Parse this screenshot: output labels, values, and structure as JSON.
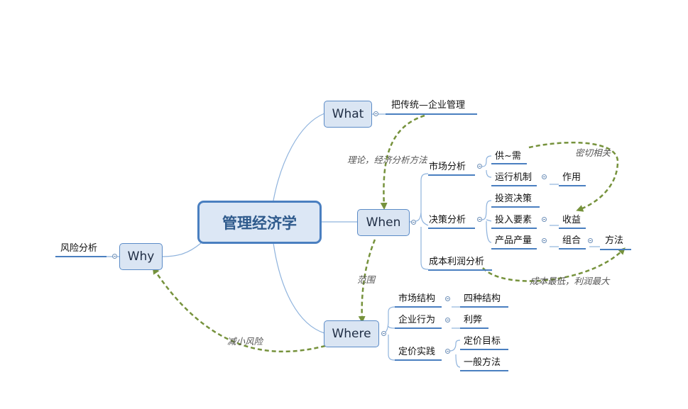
{
  "central": "管理经济学",
  "what": {
    "label": "What",
    "child": "把传统—企业管理"
  },
  "when": {
    "label": "When",
    "market": {
      "label": "市场分析",
      "supply": "供~需",
      "mechanism": "运行机制",
      "effect": "作用"
    },
    "decision": {
      "label": "决策分析",
      "invest": "投资决策",
      "input": "投入要素",
      "revenue": "收益",
      "output": "产品产量",
      "combo": "组合",
      "method": "方法"
    },
    "cost": "成本利润分析"
  },
  "where": {
    "label": "Where",
    "structure": "市场结构",
    "four": "四种结构",
    "behavior": "企业行为",
    "pros": "利弊",
    "pricing": "定价实践",
    "target": "定价目标",
    "general": "一般方法"
  },
  "why": {
    "label": "Why",
    "child": "风险分析"
  },
  "annotations": {
    "theory": "理论，经济分析方法",
    "scope": "范围",
    "reduce": "减小风险",
    "related": "密切相关",
    "costmin": "成本最低，利润最大"
  },
  "colors": {
    "line": "#4a7fc0",
    "thin": "#8fb3dd",
    "arrow": "#76923c",
    "node_fill": "#dae5f3"
  }
}
